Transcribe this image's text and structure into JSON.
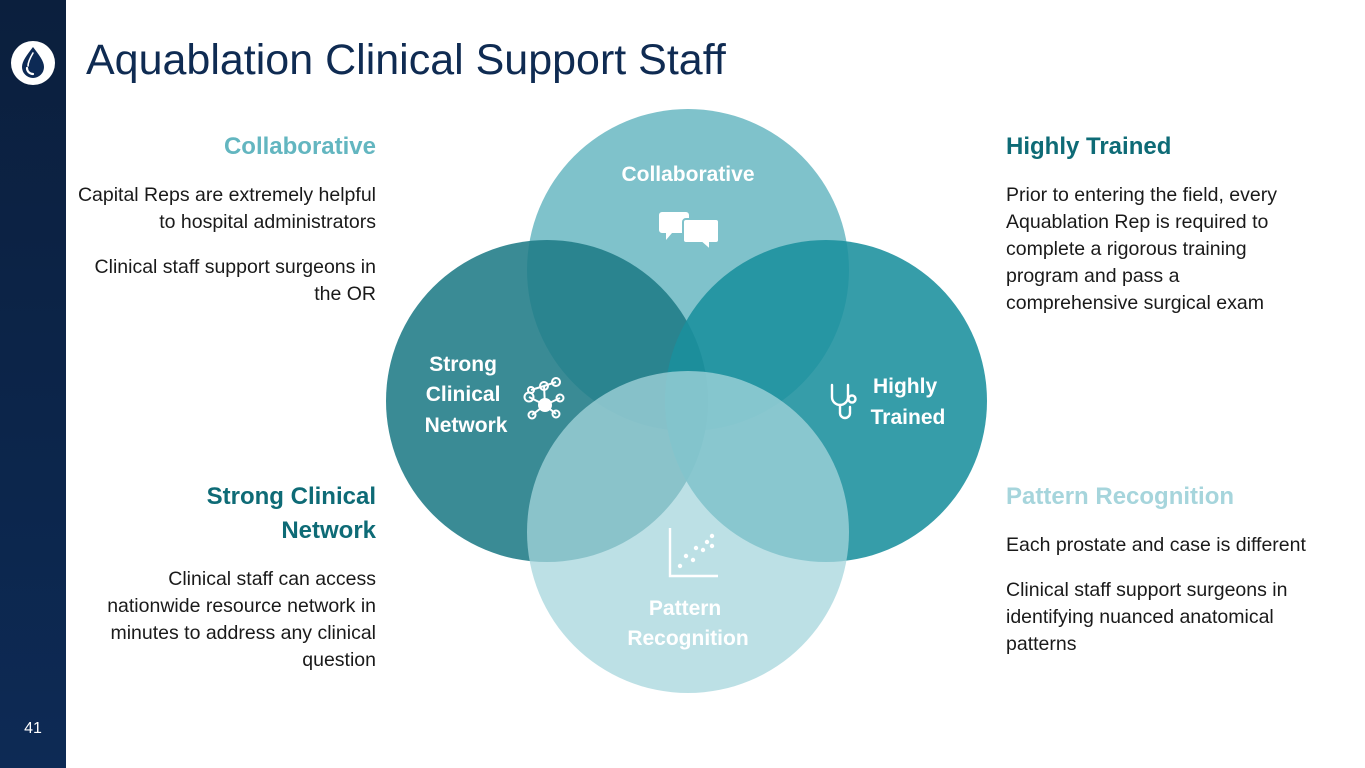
{
  "slide": {
    "title": "Aquablation Clinical Support Staff",
    "page_number": "41",
    "logo_icon": "water-drop-logo"
  },
  "colors": {
    "sidebar": "#0b1f3d",
    "title": "#0f2b52",
    "collaborative": "#7fc2cb",
    "strong_network": "#1f7b86",
    "highly_trained": "#2a9aa7",
    "pattern": "#a6d5dc"
  },
  "blocks": {
    "collaborative": {
      "heading": "Collaborative",
      "paragraphs": [
        "Capital Reps are extremely helpful to hospital administrators",
        "Clinical staff support surgeons in the OR"
      ]
    },
    "highly_trained": {
      "heading": "Highly Trained",
      "paragraphs": [
        "Prior to entering the field, every Aquablation Rep is required to complete a rigorous training program and pass a comprehensive surgical exam"
      ]
    },
    "strong_network": {
      "heading": "Strong Clinical Network",
      "paragraphs": [
        "Clinical staff can access nationwide resource network in minutes to address any clinical question"
      ]
    },
    "pattern": {
      "heading": "Pattern Recognition",
      "paragraphs": [
        "Each prostate and case is different",
        "Clinical staff support surgeons in identifying nuanced anatomical patterns"
      ]
    }
  },
  "venn": {
    "collaborative": {
      "line1": "Collaborative",
      "icon": "chat-bubbles-icon"
    },
    "strong_network": {
      "line1": "Strong",
      "line2": "Clinical",
      "line3": "Network",
      "icon": "network-icon"
    },
    "highly_trained": {
      "line1": "Highly",
      "line2": "Trained",
      "icon": "stethoscope-icon"
    },
    "pattern": {
      "line1": "Pattern",
      "line2": "Recognition",
      "icon": "scatter-plot-icon"
    }
  }
}
